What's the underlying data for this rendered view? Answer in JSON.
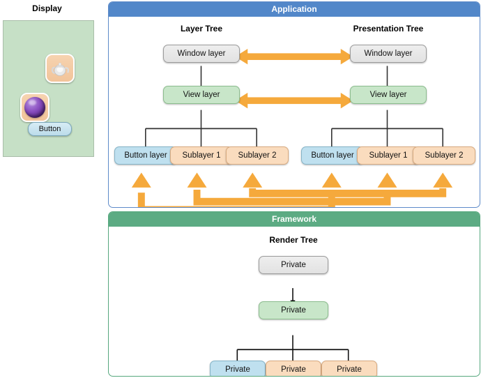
{
  "display": {
    "title": "Display",
    "panel_color": "#c6e0c6",
    "icons": [
      {
        "name": "teapot-app-icon",
        "label": ""
      },
      {
        "name": "orb-app-icon",
        "label": ""
      }
    ],
    "button_label": "Button"
  },
  "colors": {
    "application_header": "#5287c9",
    "framework_header": "#5cab83",
    "arrow_orange": "#f5a93c",
    "arrow_black": "#333333",
    "node_gray": "#e6e6e6",
    "node_green": "#c8e6c9",
    "node_blue": "#bfe0ef",
    "node_orange": "#fadcbe"
  },
  "application": {
    "header": "Application",
    "layer_tree": {
      "title": "Layer Tree",
      "window": "Window layer",
      "view": "View layer",
      "children": [
        "Button layer",
        "Sublayer 1",
        "Sublayer 2"
      ]
    },
    "presentation_tree": {
      "title": "Presentation Tree",
      "window": "Window layer",
      "view": "View layer",
      "children": [
        "Button layer",
        "Sublayer 1",
        "Sublayer 2"
      ]
    }
  },
  "framework": {
    "header": "Framework",
    "render_tree": {
      "title": "Render Tree",
      "root": "Private",
      "mid": "Private",
      "children": [
        "Private",
        "Private",
        "Private"
      ]
    }
  }
}
